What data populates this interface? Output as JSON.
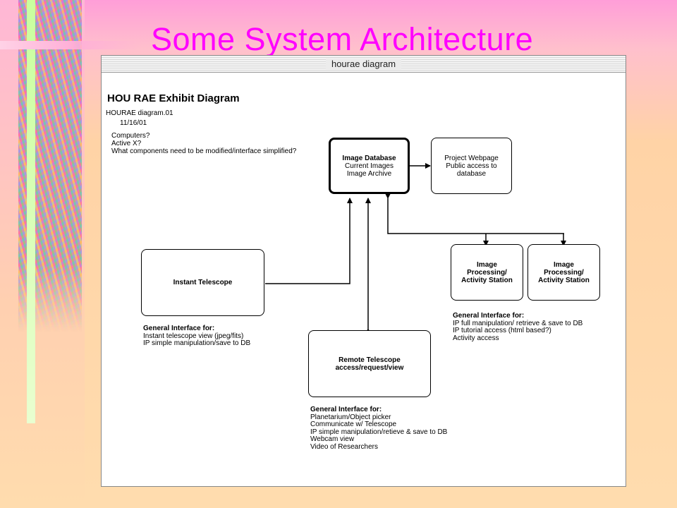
{
  "slide": {
    "title": "Some System Architecture"
  },
  "window": {
    "title": "hourae diagram"
  },
  "document": {
    "heading": "HOU RAE Exhibit Diagram",
    "file_name": "HOURAE diagram.01",
    "date": "11/16/01",
    "questions": [
      "Computers?",
      "Active X?",
      "What components need to be modified/interface simplified?"
    ]
  },
  "diagram": {
    "image_database": {
      "title": "Image Database",
      "lines": [
        "Current Images",
        "Image Archive"
      ]
    },
    "project_webpage": {
      "lines": [
        "Project Webpage",
        "Public access to",
        "database"
      ]
    },
    "instant_telescope": {
      "title": "Instant Telescope"
    },
    "ip_station_1": {
      "lines": [
        "Image",
        "Processing/",
        "Activity Station"
      ]
    },
    "ip_station_2": {
      "lines": [
        "Image",
        "Processing/",
        "Activity  Station"
      ]
    },
    "remote_telescope": {
      "lines": [
        "Remote Telescope",
        "access/request/view"
      ]
    }
  },
  "notes": {
    "instant_telescope": {
      "heading": "General Interface for:",
      "items": [
        "Instant telescope view (jpeg/fits)",
        "IP simple manipulation/save to DB"
      ]
    },
    "ip_stations": {
      "heading": "General Interface for:",
      "items": [
        "IP full manipulation/ retrieve & save to DB",
        "IP tutorial access (html based?)",
        "Activity access"
      ]
    },
    "remote_telescope": {
      "heading": "General Interface for:",
      "items": [
        "Planetarium/Object picker",
        "Communicate w/ Telescope",
        "IP simple manipulation/retieve & save to DB",
        "Webcam  view",
        "Video of Researchers"
      ]
    }
  },
  "colors": {
    "title": "#ff00ff",
    "background": "#ffdcae"
  }
}
